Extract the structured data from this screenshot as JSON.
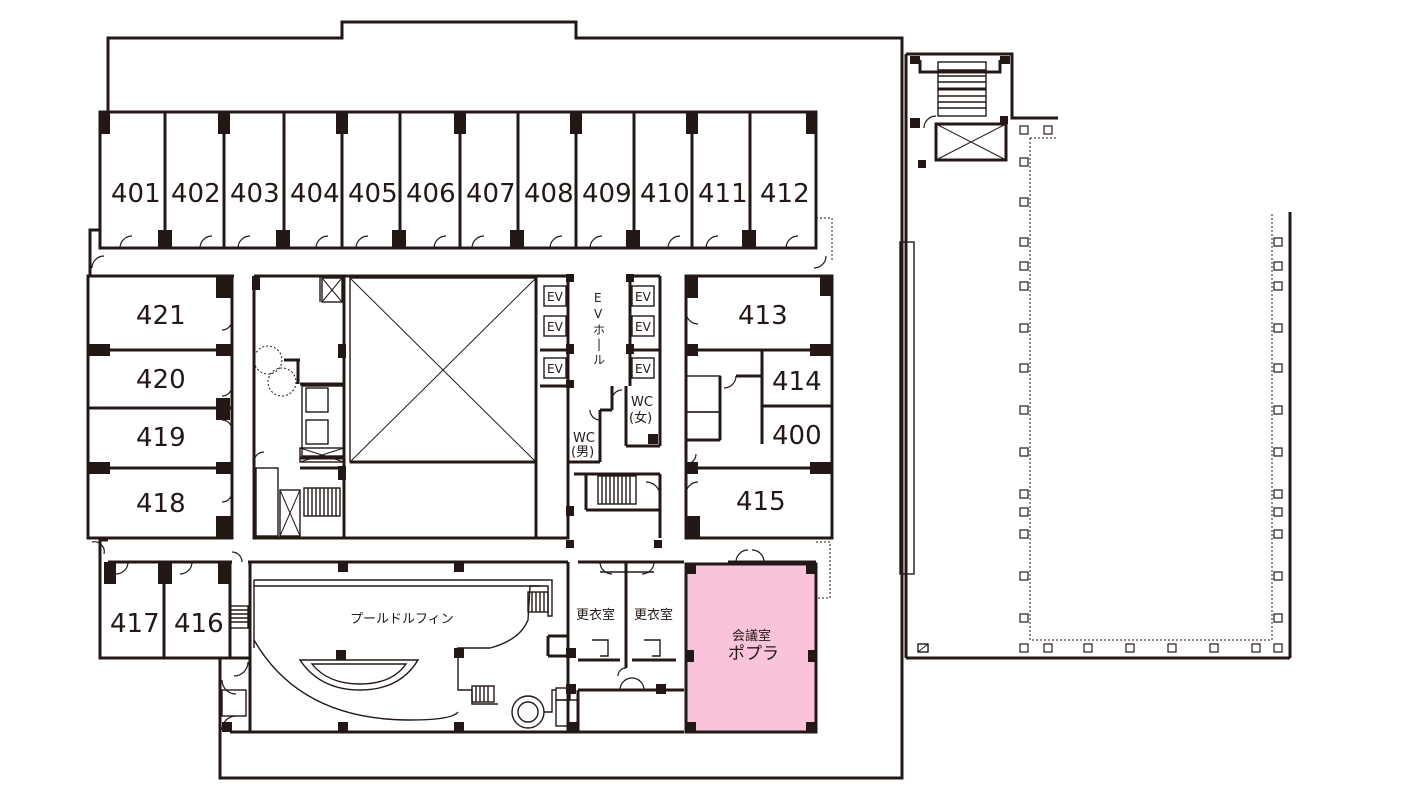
{
  "colors": {
    "wall": "#231815",
    "highlight": "#f9c3dc",
    "background": "#ffffff"
  },
  "rooms_top": [
    "401",
    "402",
    "403",
    "404",
    "405",
    "406",
    "407",
    "408",
    "409",
    "410",
    "411",
    "412"
  ],
  "rooms_left": [
    "421",
    "420",
    "419",
    "418"
  ],
  "rooms_bottom_left": [
    "417",
    "416"
  ],
  "rooms_right": [
    "413",
    "414",
    "400",
    "415"
  ],
  "labels": {
    "ev": "EV",
    "ev_hall": [
      "E",
      "V",
      "ホ",
      "|",
      "ル"
    ],
    "wc_female": [
      "WC",
      "(女)"
    ],
    "wc_male": [
      "WC",
      "(男)"
    ],
    "pool": "プールドルフィン",
    "locker1": "更衣室",
    "locker2": "更衣室",
    "meeting_room_line1": "会議室",
    "meeting_room_line2": "ポプラ"
  }
}
